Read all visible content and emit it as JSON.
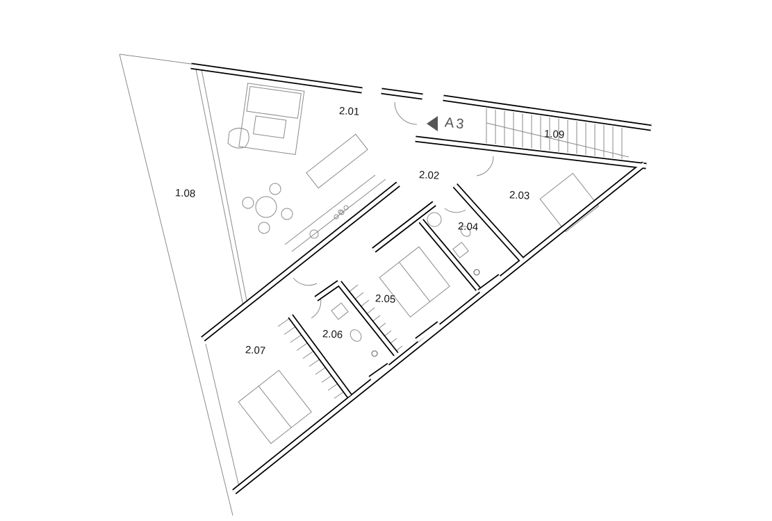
{
  "rooms": [
    {
      "id": "2.01"
    },
    {
      "id": "1.09"
    },
    {
      "id": "2.02"
    },
    {
      "id": "2.03"
    },
    {
      "id": "1.08"
    },
    {
      "id": "2.04"
    },
    {
      "id": "2.05"
    },
    {
      "id": "2.06"
    },
    {
      "id": "2.07"
    }
  ],
  "section_marker": {
    "label": "A3",
    "icon": "section-arrow-icon",
    "color": "#555555"
  },
  "colors": {
    "wall": "#000000",
    "furniture": "#8a8a8a"
  }
}
